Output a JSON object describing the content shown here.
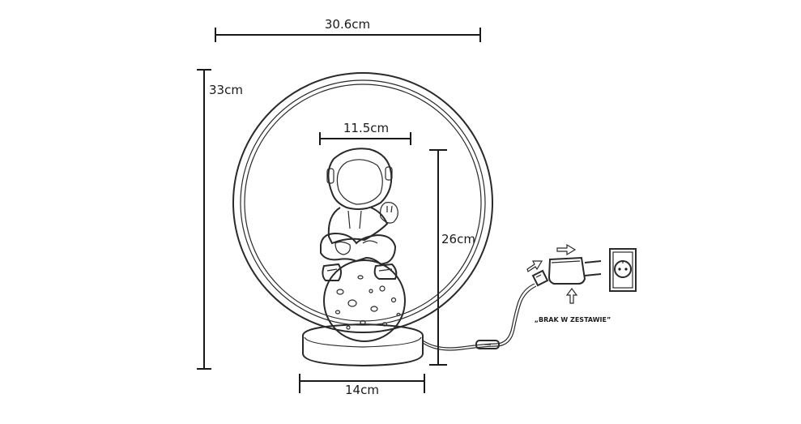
{
  "dimensions": {
    "total_width": "30.6cm",
    "total_height": "33cm",
    "figure_width": "11.5cm",
    "figure_height": "26cm",
    "base_width": "14cm"
  },
  "adapter_note": "„BRAK W ZESTAWIE”"
}
